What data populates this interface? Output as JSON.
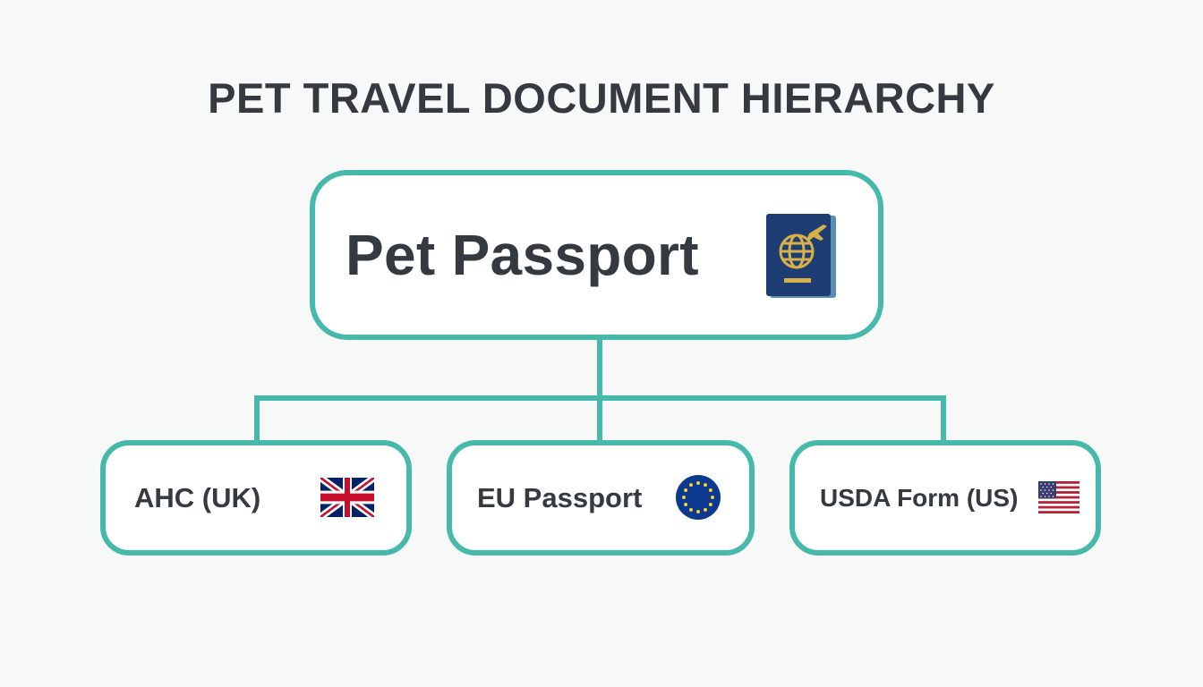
{
  "title": "PET TRAVEL DOCUMENT HIERARCHY",
  "root": {
    "label": "Pet Passport",
    "icon": "passport-icon"
  },
  "children": [
    {
      "label": "AHC (UK)",
      "icon": "uk-flag-icon"
    },
    {
      "label": "EU Passport",
      "icon": "eu-flag-icon"
    },
    {
      "label": "USDA Form (US)",
      "icon": "us-flag-icon"
    }
  ],
  "colors": {
    "connector": "#47b9aa",
    "text": "#353a40",
    "background": "#f7f8f8",
    "passport_cover": "#1d3d73",
    "passport_emblem": "#d8b04a"
  }
}
